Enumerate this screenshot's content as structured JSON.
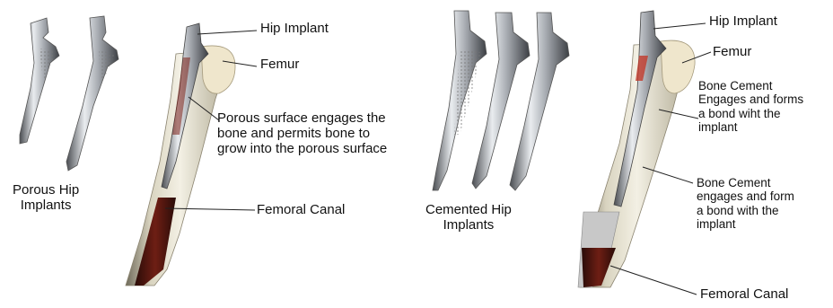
{
  "left_panel": {
    "caption_lines": [
      "Porous Hip",
      "Implants"
    ],
    "labels": {
      "hip_implant": "Hip Implant",
      "femur": "Femur",
      "porous_surface_lines": [
        "Porous surface engages the",
        "bone and permits bone to",
        "grow into the porous surface"
      ],
      "femoral_canal": "Femoral Canal"
    }
  },
  "right_panel": {
    "caption_lines": [
      "Cemented Hip",
      "Implants"
    ],
    "labels": {
      "hip_implant": "Hip Implant",
      "femur": "Femur",
      "bone_cement_1_lines": [
        "Bone Cement",
        "Engages and forms",
        "a bond wiht the",
        "implant"
      ],
      "bone_cement_2_lines": [
        "Bone Cement",
        "engages and form",
        "a bond with the",
        "implant"
      ],
      "femoral_canal": "Femoral Canal"
    }
  }
}
